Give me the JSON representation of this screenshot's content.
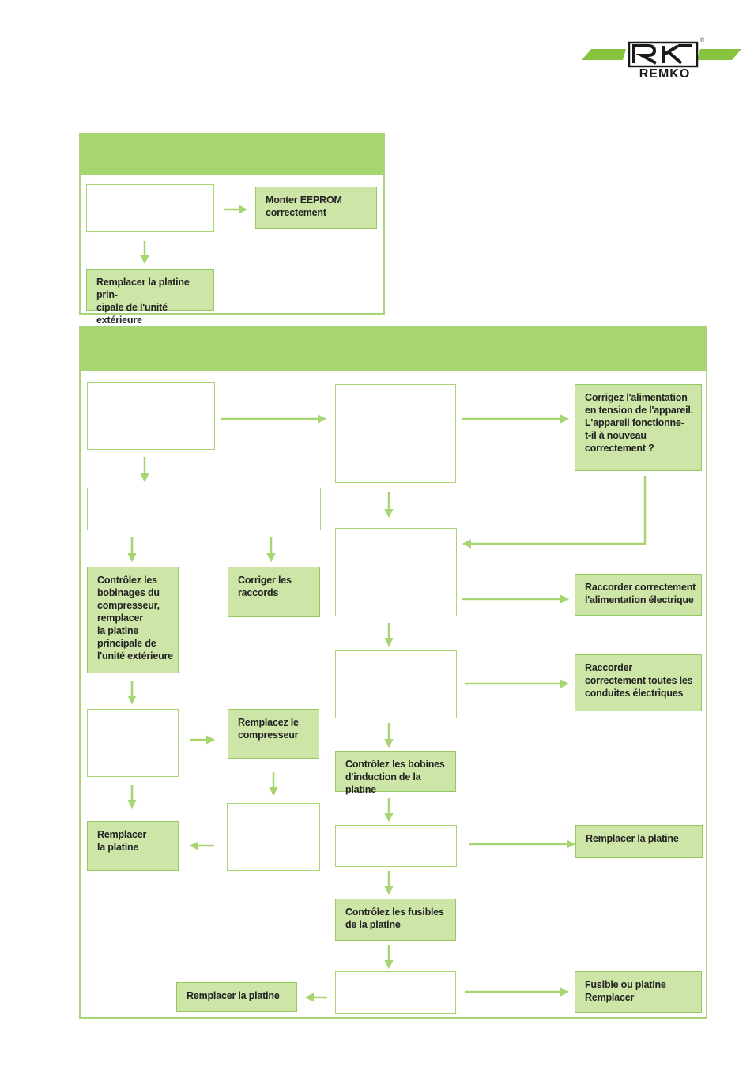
{
  "brand": {
    "name": "REMKO",
    "registered": "®",
    "accent": "#a6d572",
    "box_fill": "#cde6a8"
  },
  "panel1": {
    "monter_eeprom": "Monter EEPROM\ncorrectement",
    "remplacer_platine_principale": "Remplacer la platine prin-\ncipale de l'unité extérieure"
  },
  "panel2": {
    "corrigez_alimentation": "Corrigez l'alimentation\nen tension de l'appareil.\nL'appareil fonctionne-\nt-il à nouveau\ncorrectement ?",
    "controlez_bobinages": "Contrôlez les\nbobinages du\ncompresseur,\nremplacer\nla platine\nprincipale de\nl'unité extérieure",
    "corriger_raccords": "Corriger les\nraccords",
    "raccorder_alimentation": "Raccorder correctement\nl'alimentation électrique",
    "raccorder_conduites": "Raccorder\ncorrectement toutes les\nconduites électriques",
    "remplacez_compresseur": "Remplacez le\ncompresseur",
    "controlez_bobines": "Contrôlez les bobines\nd'induction de la platine",
    "remplacer_la_platine_left": "Remplacer\nla platine",
    "remplacer_la_platine_right": "Remplacer la platine",
    "controlez_fusibles": "Contrôlez les fusibles\nde la platine",
    "remplacer_la_platine_bottom": "Remplacer la platine",
    "fusible_ou_platine": "Fusible ou platine\nRemplacer"
  }
}
